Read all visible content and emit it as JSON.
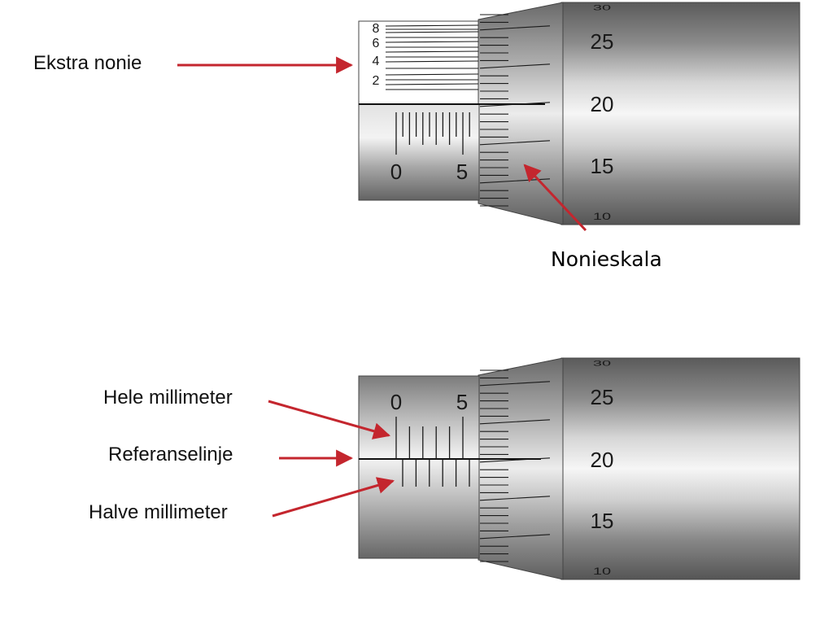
{
  "diagram1": {
    "annotations": {
      "extra_vernier": "Ekstra nonie",
      "vernier_scale": "Nonieskala"
    },
    "extra_vernier_numbers": [
      "8",
      "6",
      "4",
      "2"
    ],
    "sleeve_numbers": [
      "0",
      "5"
    ],
    "thimble_numbers": [
      "30",
      "25",
      "20",
      "15",
      "10"
    ]
  },
  "diagram2": {
    "annotations": {
      "whole_mm": "Hele millimeter",
      "reference_line": "Referanselinje",
      "half_mm": "Halve millimeter"
    },
    "sleeve_numbers": [
      "0",
      "5"
    ],
    "thimble_numbers": [
      "30",
      "25",
      "20",
      "15",
      "10"
    ]
  },
  "colors": {
    "arrow": "#c4262e",
    "metal_dark": "#5a5a5a",
    "metal_light": "#f4f4f4",
    "scale_ink": "#1a1a1a"
  }
}
